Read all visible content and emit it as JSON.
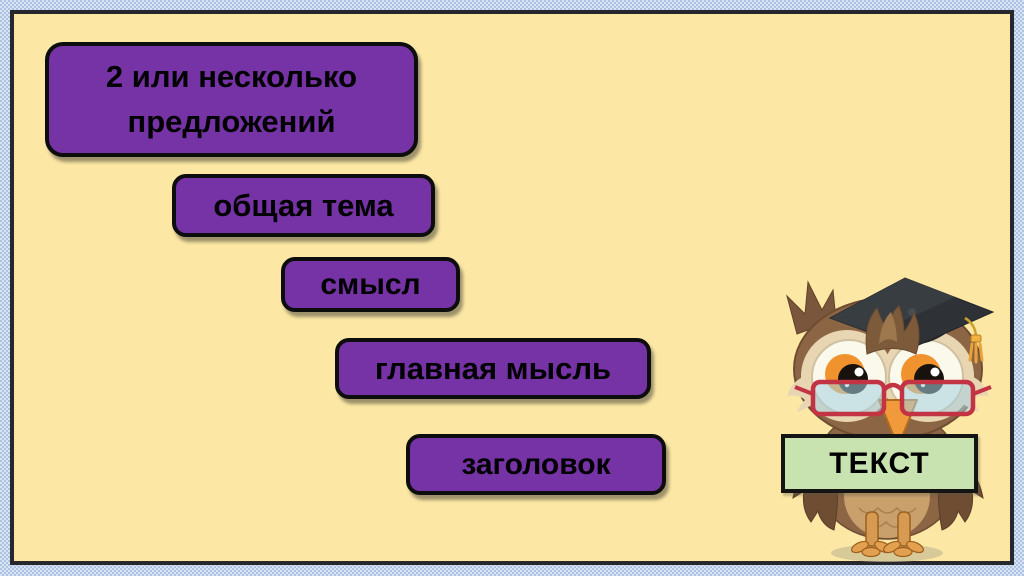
{
  "slide": {
    "background_color": "#FCE8A4",
    "frame": {
      "band_color": "#ADC2E0",
      "band_light": "#D8E3F4",
      "line_color": "#27272E"
    },
    "step_fill": "#7533A6",
    "step_border": "#0D0D0D",
    "steps": [
      {
        "label": "2 или несколько предложений"
      },
      {
        "label": "общая тема"
      },
      {
        "label": "смысл"
      },
      {
        "label": "главная мысль"
      },
      {
        "label": "заголовок"
      }
    ],
    "sign": {
      "label": "ТЕКСТ",
      "fill": "#C9E3B0",
      "border": "#141414"
    },
    "mascot": {
      "icon": "owl-graduate-illustration"
    }
  }
}
